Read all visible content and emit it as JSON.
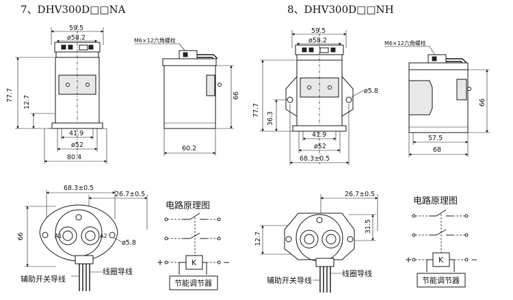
{
  "titles": {
    "na": "7、DHV300D□□NA",
    "nh": "8、DHV300D□□NH"
  },
  "na": {
    "front": {
      "dim_top": "59.5",
      "dim_dia_top": "ø58.2",
      "dim_height": "77.7",
      "dim_mid": "12.7",
      "dim_b1": "41.9",
      "dim_b2": "ø52",
      "dim_b3": "80.4"
    },
    "side": {
      "bolt_label": "M6×12六角螺栓",
      "dim_h": "66",
      "dim_w": "60.2"
    }
  },
  "nh": {
    "front": {
      "dim_top": "59.5",
      "dim_dia_top": "ø58.2",
      "dim_height": "77.7",
      "dim_mid": "36.3",
      "dim_hole": "ø5.8",
      "dim_b1": "41.9",
      "dim_b2": "ø52",
      "dim_b3": "68.3±0.5"
    },
    "side": {
      "bolt_label": "M6×12六角螺栓",
      "dim_h": "66",
      "dim_w1": "57.5",
      "dim_w2": "68"
    }
  },
  "na_bottom": {
    "dim_span": "68.3±0.5",
    "dim_offset": "26.7±0.5",
    "dim_h": "66",
    "dim_hole": "ø5.8",
    "aux_label": "辅助开关导线",
    "coil_label": "线圈导线",
    "terminal_a1": "A1",
    "terminal_a2": "A2"
  },
  "nh_bottom": {
    "dim_offset": "26.7±0.5",
    "dim_h1": "31.5",
    "dim_h2": "12.7",
    "aux_label": "辅助开关导线",
    "coil_label": "线圈导线"
  },
  "circuit_left": {
    "title": "电路原理图",
    "plus": "+",
    "minus": "−",
    "relay": "K",
    "regulator": "节能调节器"
  },
  "circuit_right": {
    "title": "电路原理图",
    "plus": "+",
    "minus": "−",
    "relay": "K",
    "regulator": "节能调节器"
  }
}
